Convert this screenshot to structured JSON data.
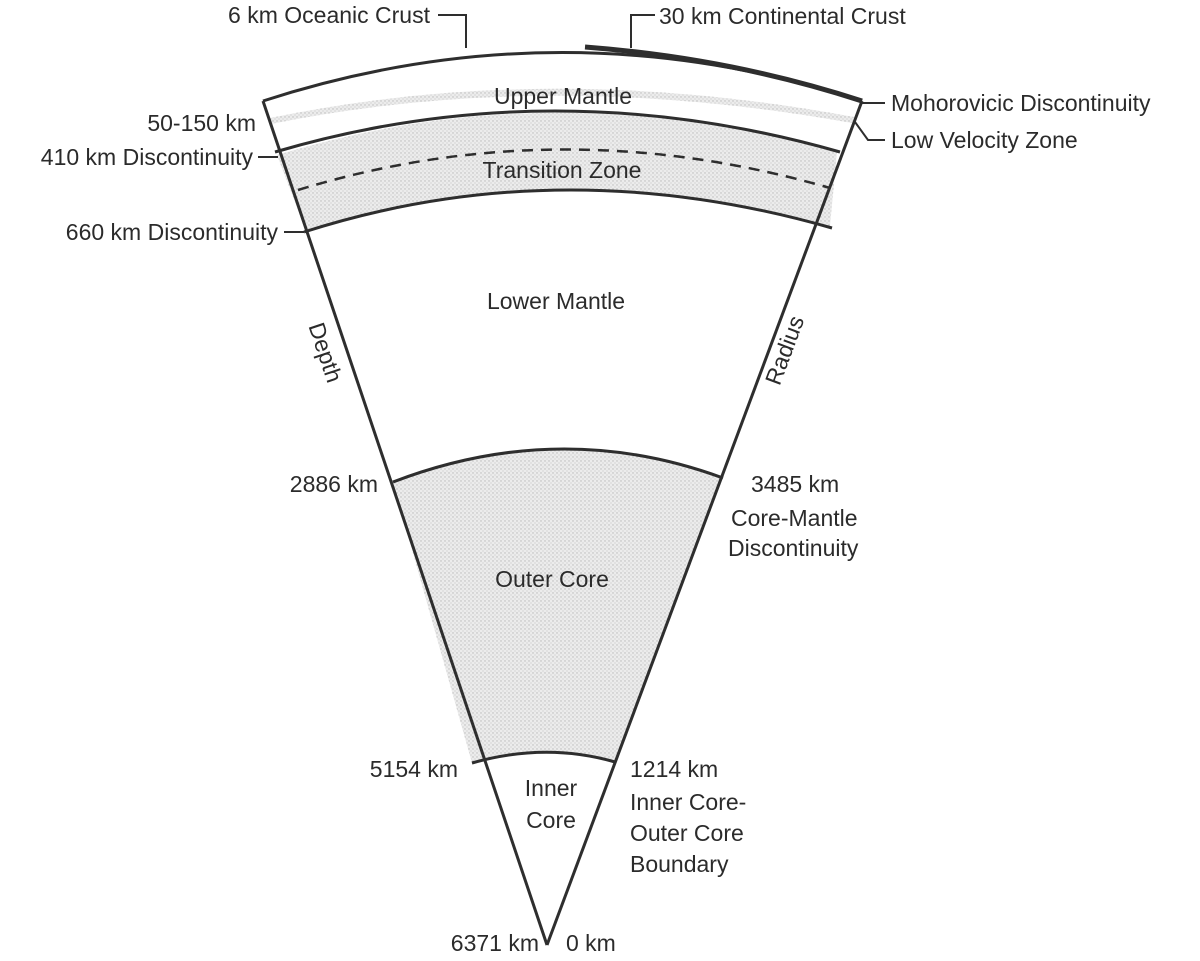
{
  "colors": {
    "ink": "#2e2e2e",
    "stipple_fill": "#e4e4e4",
    "background": "#ffffff"
  },
  "layers": {
    "upper_mantle": "Upper Mantle",
    "transition_zone": "Transition Zone",
    "lower_mantle": "Lower Mantle",
    "outer_core": "Outer Core",
    "inner_core_line1": "Inner",
    "inner_core_line2": "Core"
  },
  "axes": {
    "depth": "Depth",
    "radius": "Radius"
  },
  "labels": {
    "oceanic_crust": "6 km Oceanic Crust",
    "continental_crust": "30 km Continental Crust",
    "moho": "Mohorovicic Discontinuity",
    "low_velocity_zone": "Low Velocity Zone",
    "lithosphere_depth": "50-150 km",
    "d410": "410 km Discontinuity",
    "d660": "660 km Discontinuity",
    "cmb_depth": "2886 km",
    "cmb_radius": "3485 km",
    "cmb_name_line1": "Core-Mantle",
    "cmb_name_line2": "Discontinuity",
    "icb_depth": "5154 km",
    "icb_radius": "1214 km",
    "icb_name_line1": "Inner Core-",
    "icb_name_line2": "Outer Core",
    "icb_name_line3": "Boundary",
    "center_depth": "6371 km",
    "center_radius": "0 km"
  }
}
